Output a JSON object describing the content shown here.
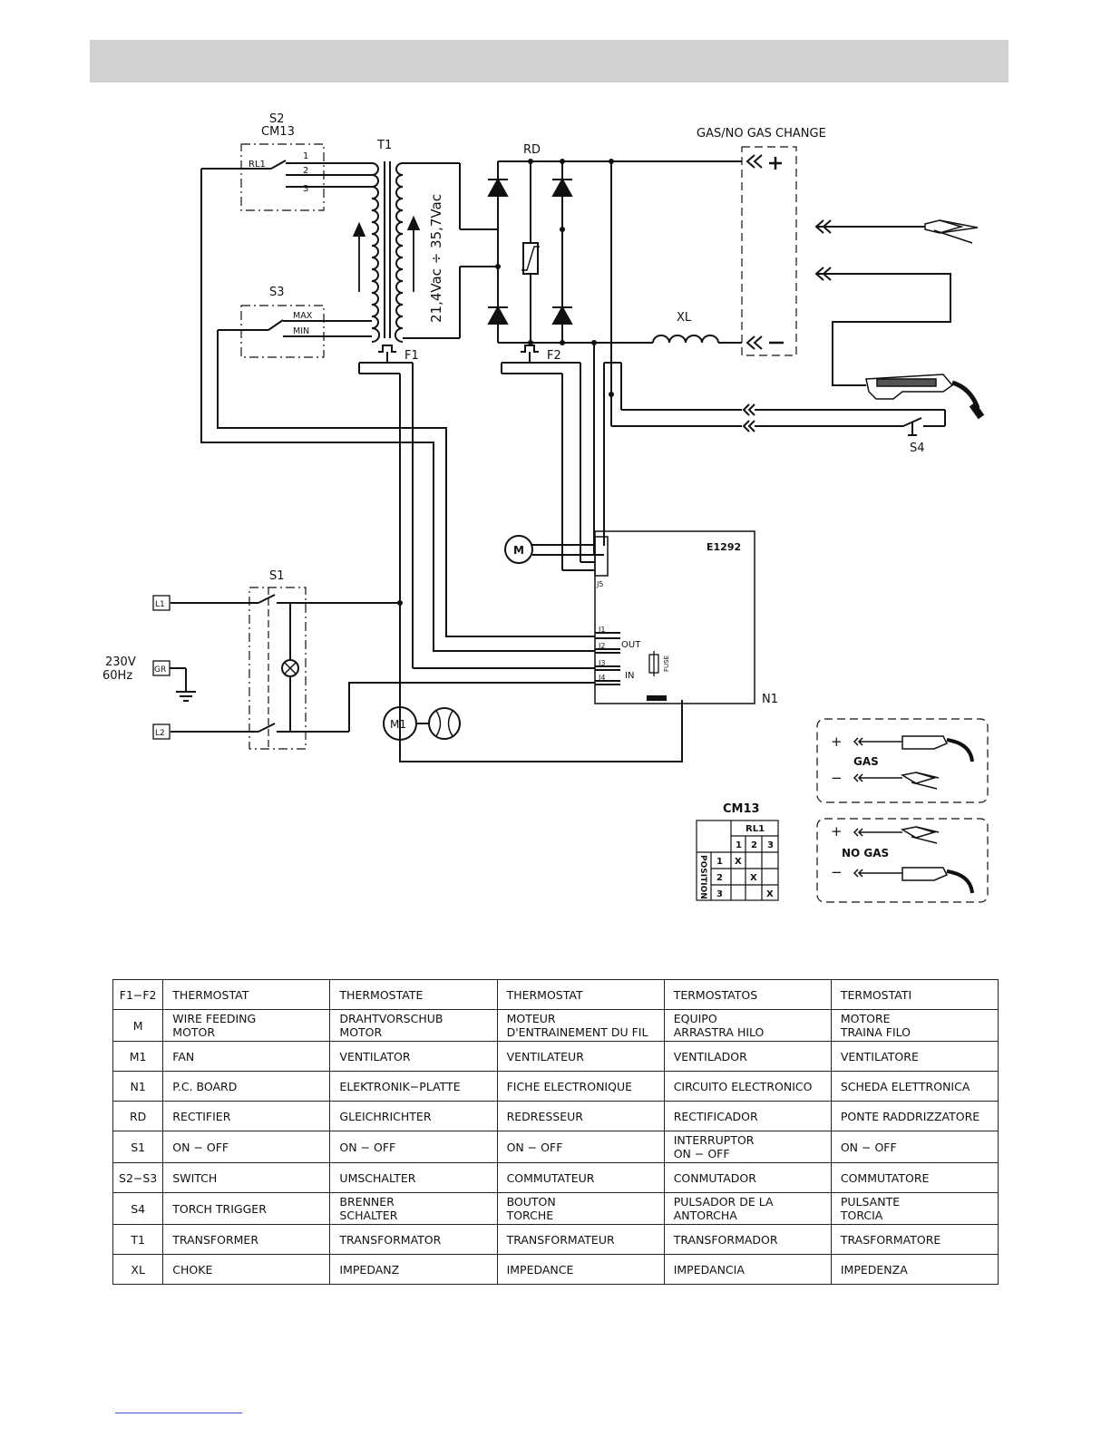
{
  "diagram": {
    "labels": {
      "s2": "S2",
      "cm13": "CM13",
      "t1": "T1",
      "rd": "RD",
      "gas_change": "GAS/NO GAS CHANGE",
      "rl1": "RL1",
      "s2_pos1": "1",
      "s2_pos2": "2",
      "s2_pos3": "3",
      "s3": "S3",
      "max": "MAX",
      "min": "MIN",
      "voltage": "21,4Vac ÷ 35,7Vac",
      "f1": "F1",
      "f2": "F2",
      "xl": "XL",
      "plus": "+",
      "minus": "−",
      "s4": "S4",
      "motor_m": "M",
      "board": "E1292",
      "j5": "J5",
      "j1": "J1",
      "j2": "J2",
      "j3": "J3",
      "j4": "J4",
      "out": "OUT",
      "in": "IN",
      "fuse": "FUSE",
      "n1": "N1",
      "s1": "S1",
      "l1": "L1",
      "gr": "GR",
      "l2": "L2",
      "supply_v": "230V",
      "supply_hz": "60Hz",
      "m1": "M1"
    },
    "gas_box": {
      "plus": "+",
      "minus": "−",
      "label": "GAS"
    },
    "nogas_box": {
      "plus": "+",
      "minus": "−",
      "label": "NO GAS"
    },
    "cm13_table": {
      "title": "CM13",
      "header": "RL1",
      "side_label": "POSITION",
      "columns": [
        "1",
        "2",
        "3"
      ],
      "rows": [
        {
          "pos": "1",
          "cells": [
            "X",
            "",
            ""
          ]
        },
        {
          "pos": "2",
          "cells": [
            "",
            "X",
            ""
          ]
        },
        {
          "pos": "3",
          "cells": [
            "",
            "",
            "X"
          ]
        }
      ]
    }
  },
  "legend": {
    "rows": [
      {
        "code": "F1−F2",
        "en": "THERMOSTAT",
        "de": "THERMOSTATE",
        "fr": "THERMOSTAT",
        "es": "TERMOSTATOS",
        "it": "TERMOSTATI"
      },
      {
        "code": "M",
        "en": "WIRE FEEDING\nMOTOR",
        "de": "DRAHTVORSCHUB\nMOTOR",
        "fr": "MOTEUR\nD'ENTRAINEMENT DU FIL",
        "es": "EQUIPO\nARRASTRA HILO",
        "it": "MOTORE\nTRAINA FILO"
      },
      {
        "code": "M1",
        "en": "FAN",
        "de": "VENTILATOR",
        "fr": "VENTILATEUR",
        "es": "VENTILADOR",
        "it": "VENTILATORE"
      },
      {
        "code": "N1",
        "en": "P.C. BOARD",
        "de": "ELEKTRONIK−PLATTE",
        "fr": "FICHE ELECTRONIQUE",
        "es": "CIRCUITO ELECTRONICO",
        "it": "SCHEDA ELETTRONICA"
      },
      {
        "code": "RD",
        "en": "RECTIFIER",
        "de": "GLEICHRICHTER",
        "fr": "REDRESSEUR",
        "es": "RECTIFICADOR",
        "it": "PONTE RADDRIZZATORE"
      },
      {
        "code": "S1",
        "en": "ON − OFF",
        "de": "ON − OFF",
        "fr": "ON − OFF",
        "es": "INTERRUPTOR\nON − OFF",
        "it": "ON − OFF"
      },
      {
        "code": "S2−S3",
        "en": "SWITCH",
        "de": "UMSCHALTER",
        "fr": "COMMUTATEUR",
        "es": "CONMUTADOR",
        "it": "COMMUTATORE"
      },
      {
        "code": "S4",
        "en": "TORCH TRIGGER",
        "de": "BRENNER\nSCHALTER",
        "fr": "BOUTON\nTORCHE",
        "es": "PULSADOR DE LA\nANTORCHA",
        "it": "PULSANTE\nTORCIA"
      },
      {
        "code": "T1",
        "en": "TRANSFORMER",
        "de": "TRANSFORMATOR",
        "fr": "TRANSFORMATEUR",
        "es": "TRANSFORMADOR",
        "it": "TRASFORMATORE"
      },
      {
        "code": "XL",
        "en": "CHOKE",
        "de": "IMPEDANZ",
        "fr": "IMPEDANCE",
        "es": "IMPEDANCIA",
        "it": "IMPEDENZA"
      }
    ]
  }
}
